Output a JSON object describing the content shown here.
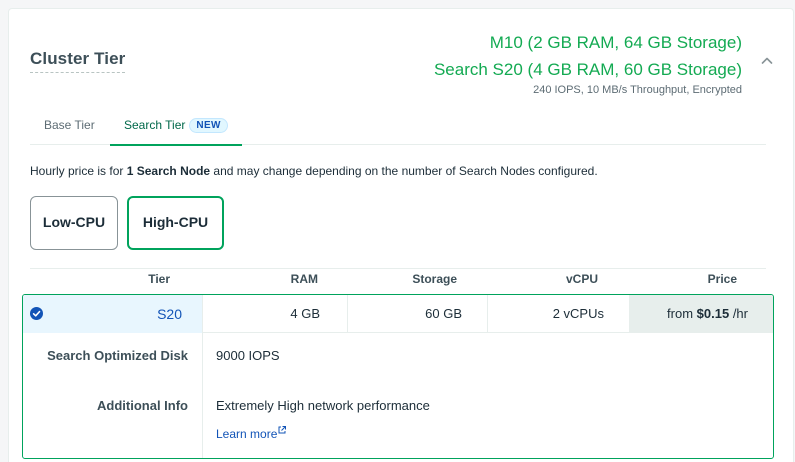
{
  "section": {
    "title": "Cluster Tier",
    "summary_line1": "M10 (2 GB RAM, 64 GB Storage)",
    "summary_line2": "Search S20 (4 GB RAM, 60 GB Storage)",
    "summary_meta": "240 IOPS, 10 MB/s Throughput, Encrypted",
    "collapse_icon": "chevron-up-icon"
  },
  "tabs": [
    {
      "label": "Base Tier",
      "active": false
    },
    {
      "label": "Search Tier",
      "active": true,
      "badge": "NEW"
    }
  ],
  "hint": {
    "prefix": "Hourly price is for ",
    "bold": "1 Search Node",
    "suffix": " and may change depending on the number of Search Nodes configured."
  },
  "cpu_options": [
    {
      "label": "Low-CPU",
      "selected": false
    },
    {
      "label": "High-CPU",
      "selected": true
    }
  ],
  "table": {
    "headers": [
      "Tier",
      "RAM",
      "Storage",
      "vCPU",
      "Price"
    ],
    "selected_row": {
      "tier": "S20",
      "ram": "4 GB",
      "storage": "60 GB",
      "vcpu": "2 vCPUs",
      "price_prefix": "from ",
      "price_value": "$0.15",
      "price_suffix": " /hr"
    },
    "details": [
      {
        "label": "Search Optimized Disk",
        "value": "9000 IOPS"
      },
      {
        "label": "Additional Info",
        "value": "Extremely High network performance"
      }
    ],
    "learn_more": "Learn more"
  },
  "colors": {
    "accent_green": "#13aa52",
    "border_green": "#00a35c",
    "link_blue": "#1254b7",
    "selected_row_bg": "#e8f6fe"
  }
}
